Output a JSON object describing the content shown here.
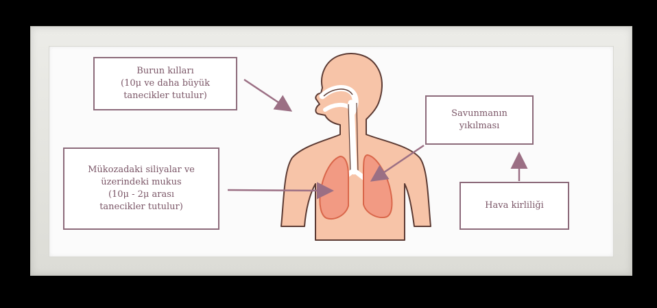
{
  "labels": {
    "nose_hairs": {
      "line1": "Burun kılları",
      "line2": "(10μ ve daha büyük",
      "line3": "tanecikler tutulur)"
    },
    "mucus": {
      "line1": "Mükozadaki siliyalar ve",
      "line2": "üzerindeki mukus",
      "line3": "(10μ - 2μ arası",
      "line4": "tanecikler tutulur)"
    },
    "defense": {
      "line1": "Savunmanın",
      "line2": "yıkılması"
    },
    "pollution": {
      "line1": "Hava kirliliği"
    }
  },
  "colors": {
    "box_border": "#8c6a7a",
    "text": "#7a5566",
    "arrow": "#9b6f84",
    "skin": "#f7c4a8",
    "skin_outline": "#5b3a33",
    "lung": "#f29a83",
    "lung_outline": "#d9664a"
  }
}
